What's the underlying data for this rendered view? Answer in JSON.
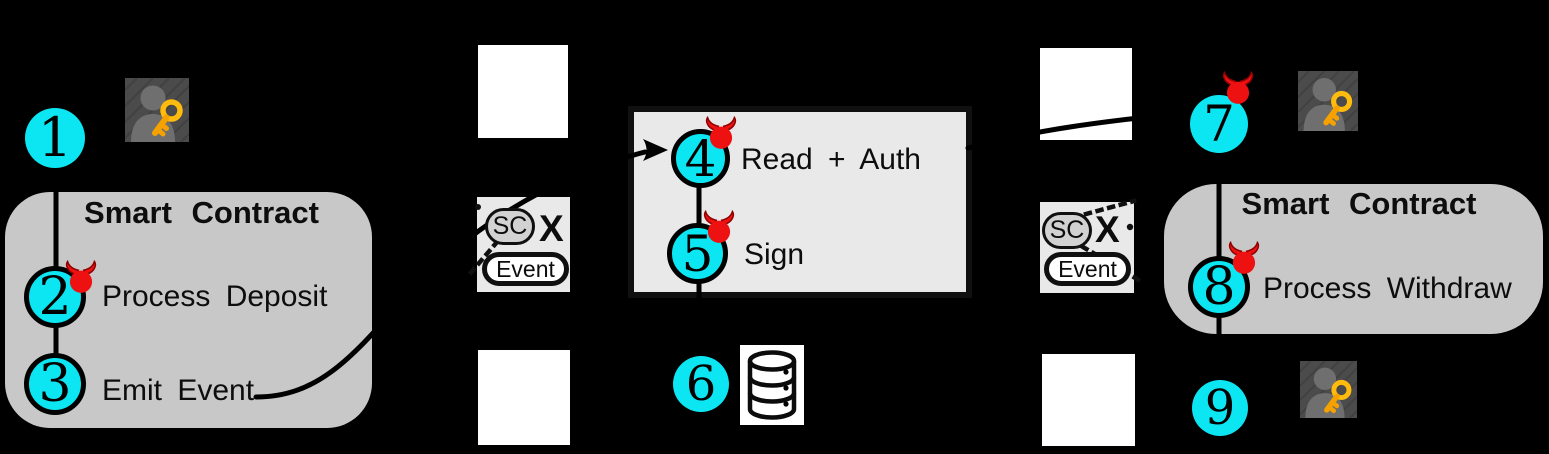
{
  "colors": {
    "cyan": "#0be6f2",
    "contract-gray": "#c8c8c8",
    "panel-gray": "#e9e9e9",
    "pill-gray": "#d2d2d2",
    "devil-red": "#ee1111",
    "devil-outline": "#8f0000",
    "key-gold": "#ffbb0e",
    "key-gold-deep": "#f5a100",
    "icon-bg": "#4b4b4b",
    "icon-person": "#6f6f6f"
  },
  "steps": {
    "s1": "1",
    "s2": "2",
    "s3": "3",
    "s4": "4",
    "s5": "5",
    "s6": "6",
    "s7": "7",
    "s8": "8",
    "s9": "9"
  },
  "left_contract": {
    "title": "Smart Contract",
    "step2_label": "Process Deposit",
    "step3_label": "Emit Event"
  },
  "auth_box": {
    "step4_label": "Read + Auth",
    "step5_label": "Sign"
  },
  "right_contract": {
    "title": "Smart Contract",
    "step8_label": "Process Withdraw"
  },
  "badge_left": {
    "sc": "SC",
    "x": "X",
    "event": "Event"
  },
  "badge_right": {
    "sc": "SC",
    "x": "X",
    "event": "Event"
  },
  "icons": {
    "user_key": "user-with-key-icon",
    "database": "database-icon",
    "devil": "devil-horns-icon",
    "document": "blank-document-square"
  }
}
